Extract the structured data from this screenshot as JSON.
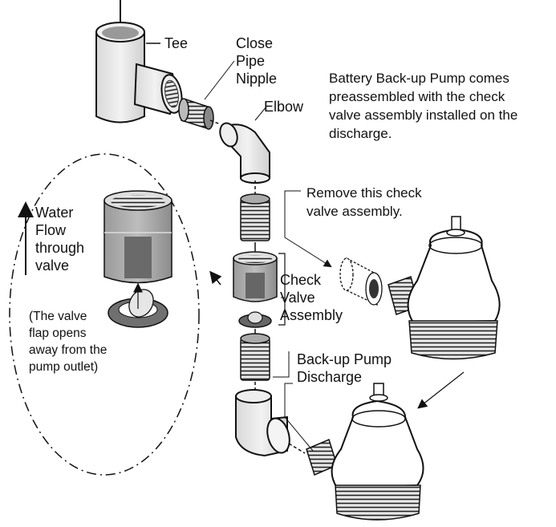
{
  "diagram": {
    "labels": {
      "tee": "Tee",
      "close_pipe_nipple": [
        "Close",
        "Pipe",
        "Nipple"
      ],
      "elbow": "Elbow",
      "note": [
        "Battery Back-up Pump comes",
        "preassembled with the check",
        "valve assembly installed on the",
        "discharge."
      ],
      "remove": [
        "Remove this check",
        "valve assembly."
      ],
      "check_valve_assembly": [
        "Check",
        "Valve",
        "Assembly"
      ],
      "water_flow": [
        "Water",
        "Flow",
        "through",
        "valve"
      ],
      "valve_flap_note": [
        "(The valve",
        "flap opens",
        "away from the",
        "pump outlet)"
      ],
      "backup_discharge": [
        "Back-up Pump",
        "Discharge"
      ]
    },
    "colors": {
      "line": "#111111",
      "pipe_fill": "#e4e4e4",
      "valve_dark": "#6a6a6a",
      "valve_mid": "#a8a8a8"
    }
  }
}
